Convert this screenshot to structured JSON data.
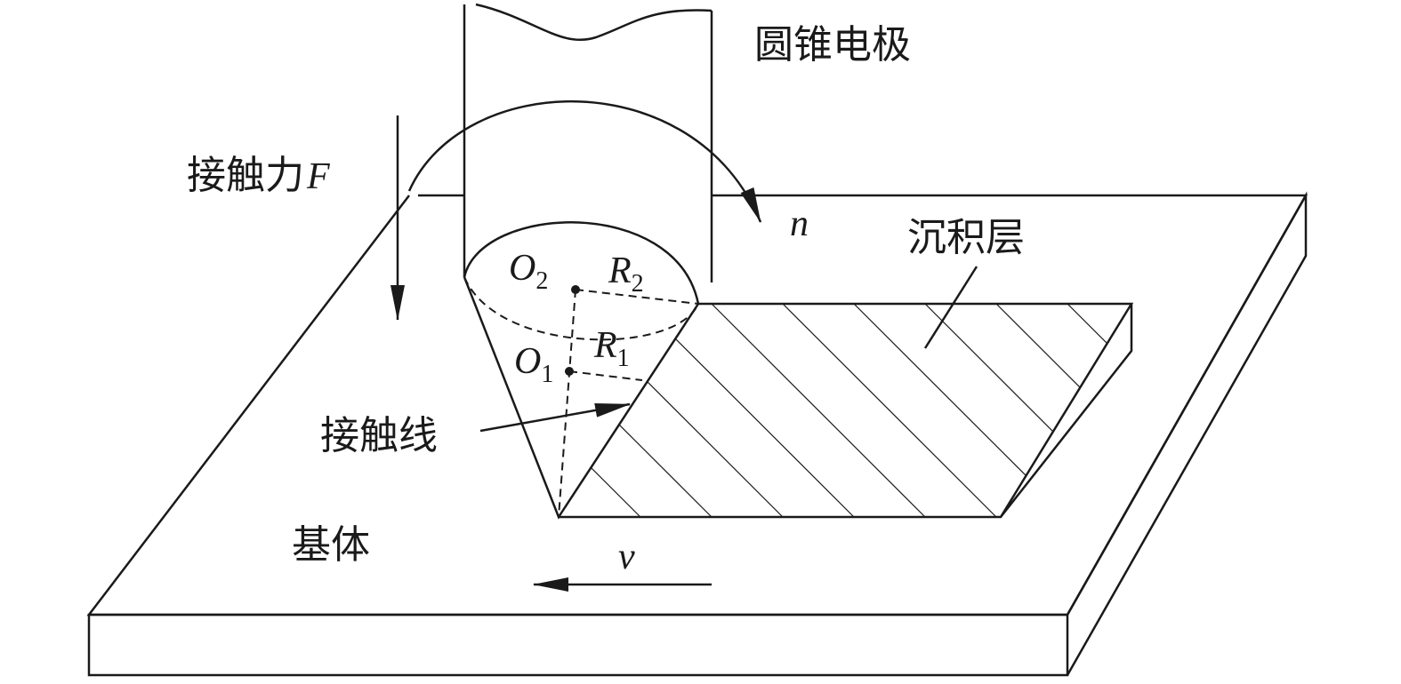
{
  "labels": {
    "electrode": "圆锥电极",
    "contact_force": "接触力",
    "force_symbol": "F",
    "rotation": "n",
    "deposit_layer": "沉积层",
    "o2": "O",
    "o2_sub": "2",
    "r2": "R",
    "r2_sub": "2",
    "r1": "R",
    "r1_sub": "1",
    "o1": "O",
    "o1_sub": "1",
    "contact_line": "接触线",
    "substrate": "基体",
    "velocity": "v"
  }
}
